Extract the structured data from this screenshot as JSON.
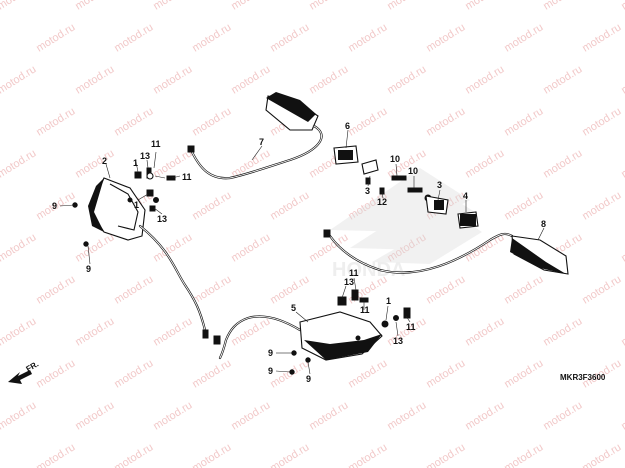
{
  "diagram": {
    "code": "MKR3F3600",
    "front_label": "FR.",
    "brand_watermark": "HONDA",
    "site_watermark": "motod.ru"
  },
  "callouts": [
    {
      "id": "c2",
      "text": "2"
    },
    {
      "id": "c9a",
      "text": "9"
    },
    {
      "id": "c9b",
      "text": "9"
    },
    {
      "id": "c1a",
      "text": "1"
    },
    {
      "id": "c13a",
      "text": "13"
    },
    {
      "id": "c11a",
      "text": "11"
    },
    {
      "id": "c11b",
      "text": "11"
    },
    {
      "id": "c1b",
      "text": "1"
    },
    {
      "id": "c13b",
      "text": "13"
    },
    {
      "id": "c7",
      "text": "7"
    },
    {
      "id": "c6",
      "text": "6"
    },
    {
      "id": "c3a",
      "text": "3"
    },
    {
      "id": "c12",
      "text": "12"
    },
    {
      "id": "c10a",
      "text": "10"
    },
    {
      "id": "c10b",
      "text": "10"
    },
    {
      "id": "c3b",
      "text": "3"
    },
    {
      "id": "c4",
      "text": "4"
    },
    {
      "id": "c8",
      "text": "8"
    },
    {
      "id": "c5",
      "text": "5"
    },
    {
      "id": "c13c",
      "text": "13"
    },
    {
      "id": "c11c",
      "text": "11"
    },
    {
      "id": "c1c",
      "text": "1"
    },
    {
      "id": "c13d",
      "text": "13"
    },
    {
      "id": "c9c",
      "text": "9"
    },
    {
      "id": "c9d",
      "text": "9"
    },
    {
      "id": "c9e",
      "text": "9"
    }
  ]
}
